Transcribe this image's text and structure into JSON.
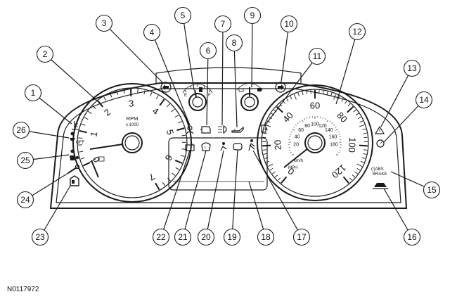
{
  "figure_id": "N0117972",
  "tachometer": {
    "unit_line1": "RPM",
    "unit_line2": "x 1000",
    "scale_labels": [
      "0",
      "1",
      "2",
      "3",
      "4",
      "5",
      "6",
      "7"
    ]
  },
  "fuel_gauge": {
    "empty_label": "E",
    "full_label": "F"
  },
  "speedometer": {
    "unit_mph": "MPH",
    "unit_kmh": "km/h",
    "outer_labels": [
      "0",
      "20",
      "40",
      "60",
      "80",
      "100",
      "120"
    ],
    "inner_labels": [
      "20",
      "40",
      "60",
      "80",
      "100",
      "120",
      "140",
      "160",
      "180"
    ]
  },
  "indicator_texts": {
    "off_label": "OFF",
    "brake_line1": "(!)ABS",
    "brake_line2": "BRAKE"
  },
  "callouts": [
    "1",
    "2",
    "3",
    "4",
    "5",
    "6",
    "7",
    "8",
    "9",
    "10",
    "11",
    "12",
    "13",
    "14",
    "15",
    "16",
    "17",
    "18",
    "19",
    "20",
    "21",
    "22",
    "23",
    "24",
    "25",
    "26"
  ]
}
